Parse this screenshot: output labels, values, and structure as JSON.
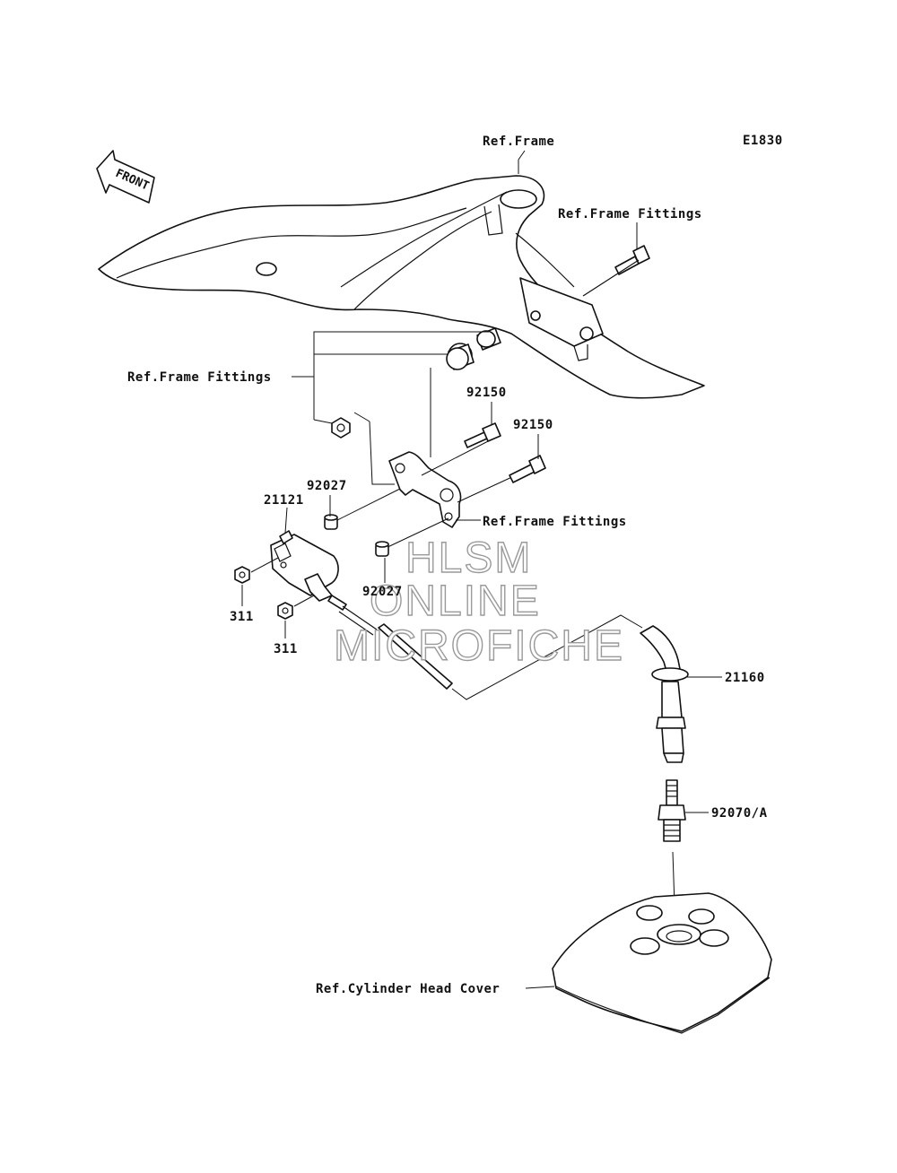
{
  "diagram_code": "E1830",
  "front_label": "FRONT",
  "watermark": {
    "line1": "HLSM",
    "line2": "ONLINE",
    "line3": "MICROFICHE"
  },
  "labels": {
    "ref_frame": "Ref.Frame",
    "ref_frame_fittings_top": "Ref.Frame Fittings",
    "ref_frame_fittings_left": "Ref.Frame Fittings",
    "ref_frame_fittings_mid": "Ref.Frame Fittings",
    "bolt_92150_a": "92150",
    "bolt_92150_b": "92150",
    "collar_92027_a": "92027",
    "collar_92027_b": "92027",
    "coil_21121": "21121",
    "nut_311_a": "311",
    "nut_311_b": "311",
    "plug_cap_21160": "21160",
    "spark_plug_92070": "92070/A",
    "ref_cylinder_head_cover": "Ref.Cylinder Head Cover"
  }
}
